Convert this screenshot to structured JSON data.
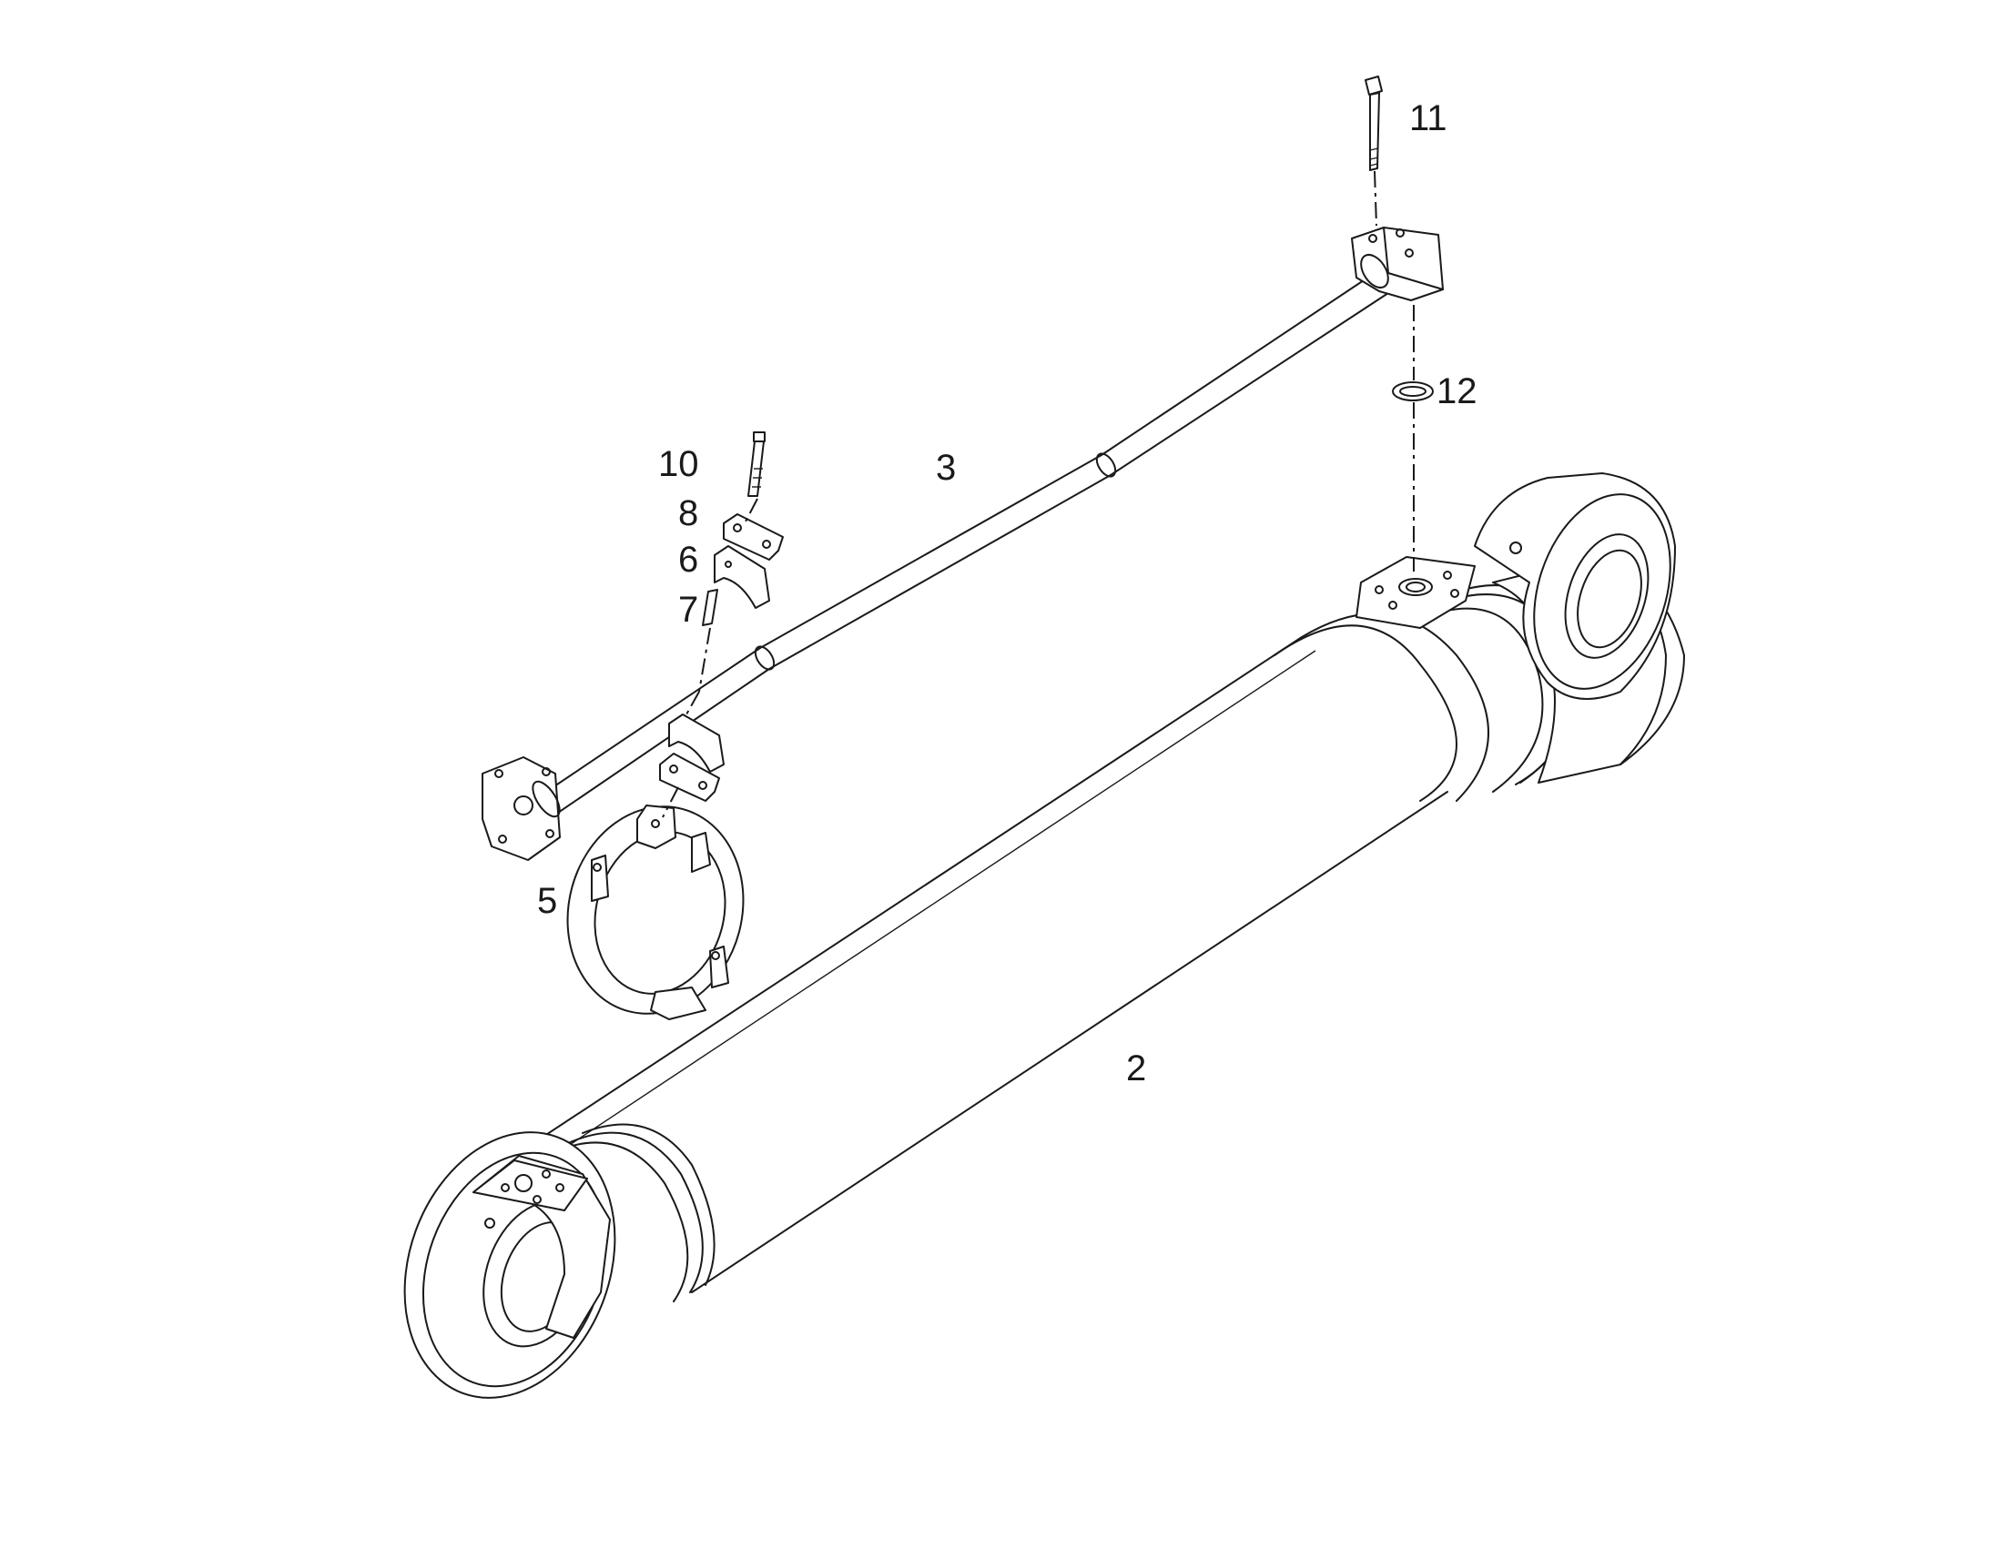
{
  "diagram": {
    "callouts": {
      "c2": "2",
      "c3": "3",
      "c5": "5",
      "c6": "6",
      "c7": "7",
      "c8": "8",
      "c10": "10",
      "c11": "11",
      "c12": "12"
    }
  }
}
